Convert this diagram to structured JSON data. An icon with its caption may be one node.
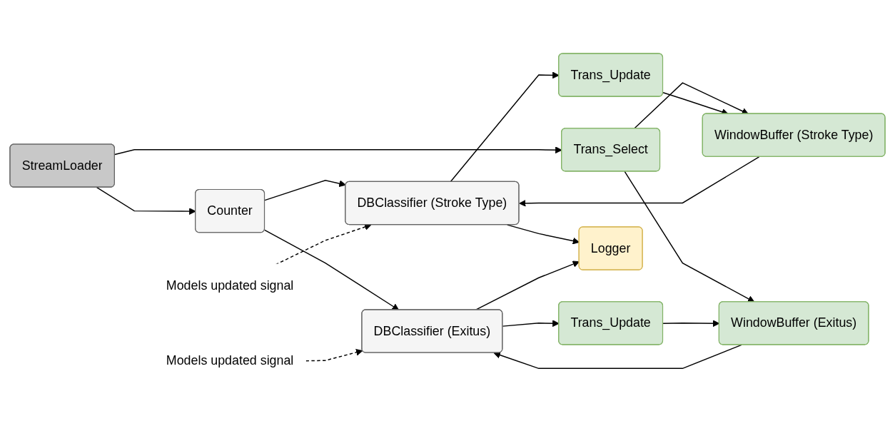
{
  "diagram": {
    "nodes": [
      {
        "text": [
          "Counter"
        ]
      },
      {
        "text": [
          "StreamLoader"
        ]
      },
      {
        "text": [
          "Trans_Select"
        ]
      },
      {
        "text": [
          "Trans_Update"
        ]
      },
      {
        "text": [
          "WindowBuffer (Stroke Type)"
        ]
      },
      {
        "text": [
          "DBClassifier (Stroke Type)"
        ]
      },
      {
        "text": [
          "WindowBuffer (Exitus)"
        ]
      },
      {
        "text": [
          "DBClassifier (Exitus)"
        ]
      },
      {
        "text": [
          "Trans_Update"
        ]
      },
      {
        "text": [
          "Logger"
        ]
      },
      {
        "text": [
          "Models updated signal"
        ]
      },
      {
        "text": [
          "Models updated signal"
        ]
      }
    ],
    "edges": [
      {
        "from": 1,
        "to": 0,
        "arrow": "to"
      },
      {
        "from": 1,
        "to": 2,
        "arrow": "to"
      },
      {
        "from": 2,
        "to": 4,
        "arrow": "to"
      },
      {
        "from": 2,
        "to": 6,
        "arrow": "to"
      },
      {
        "from": 3,
        "to": 4,
        "arrow": "to"
      },
      {
        "from": 4,
        "to": 5,
        "arrow": "to"
      },
      {
        "from": 5,
        "to": 3,
        "arrow": "to"
      },
      {
        "from": 6,
        "to": 7,
        "arrow": "to"
      },
      {
        "from": 7,
        "to": 8,
        "arrow": "to"
      },
      {
        "from": 8,
        "to": 6,
        "arrow": "to"
      },
      {
        "from": 5,
        "to": 9,
        "arrow": "to"
      },
      {
        "from": 7,
        "to": 9,
        "arrow": "to"
      },
      {
        "from": 0,
        "to": 5,
        "arrow": "to"
      },
      {
        "from": 0,
        "to": 7,
        "arrow": "to"
      },
      {
        "from": 10,
        "to": 5,
        "arrow": "to",
        "style": "dashed"
      },
      {
        "from": 11,
        "to": 7,
        "arrow": "to",
        "style": "dashed"
      }
    ]
  }
}
